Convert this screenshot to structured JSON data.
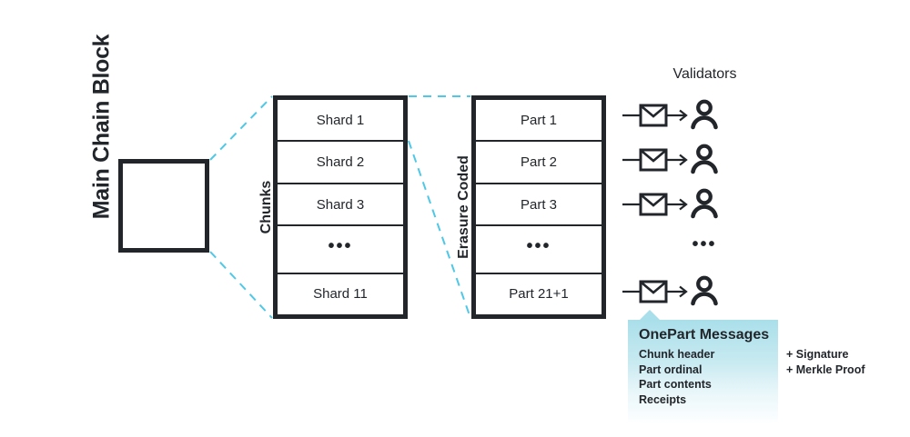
{
  "diagram": {
    "main_chain": {
      "label": "Main Chain Block"
    },
    "chunks": {
      "axis_label": "Chunks",
      "rows": [
        {
          "text": "Shard 1",
          "kind": "item"
        },
        {
          "text": "Shard 2",
          "kind": "item"
        },
        {
          "text": "Shard 3",
          "kind": "item"
        },
        {
          "text": "•••",
          "kind": "ellipsis"
        },
        {
          "text": "Shard 11",
          "kind": "item"
        }
      ]
    },
    "erasure": {
      "axis_label": "Erasure Coded",
      "rows": [
        {
          "text": "Part 1",
          "kind": "item"
        },
        {
          "text": "Part 2",
          "kind": "item"
        },
        {
          "text": "Part 3",
          "kind": "item"
        },
        {
          "text": "•••",
          "kind": "ellipsis"
        },
        {
          "text": "Part 21+1",
          "kind": "item"
        }
      ]
    },
    "validators": {
      "title": "Validators",
      "rows": [
        {
          "icon": "envelope-icon",
          "arrow": "arrow-right-icon",
          "person": "person-icon"
        },
        {
          "icon": "envelope-icon",
          "arrow": "arrow-right-icon",
          "person": "person-icon"
        },
        {
          "icon": "envelope-icon",
          "arrow": "arrow-right-icon",
          "person": "person-icon"
        },
        {
          "icon": null,
          "arrow": null,
          "person": "ellipsis"
        },
        {
          "icon": "envelope-icon",
          "arrow": "arrow-right-icon",
          "person": "person-icon"
        }
      ],
      "ellipsis": "•••"
    },
    "onepart": {
      "title": "OnePart Messages",
      "items": [
        "Chunk header",
        "Part ordinal",
        "Part contents",
        "Receipts"
      ],
      "extras": [
        "+ Signature",
        "+ Merkle Proof"
      ]
    },
    "colors": {
      "ink": "#22262b",
      "dashed_connector": "#4ec8e6",
      "callout_top": "#a9dfea",
      "callout_bottom": "#ffffff",
      "background": "#ffffff"
    }
  }
}
